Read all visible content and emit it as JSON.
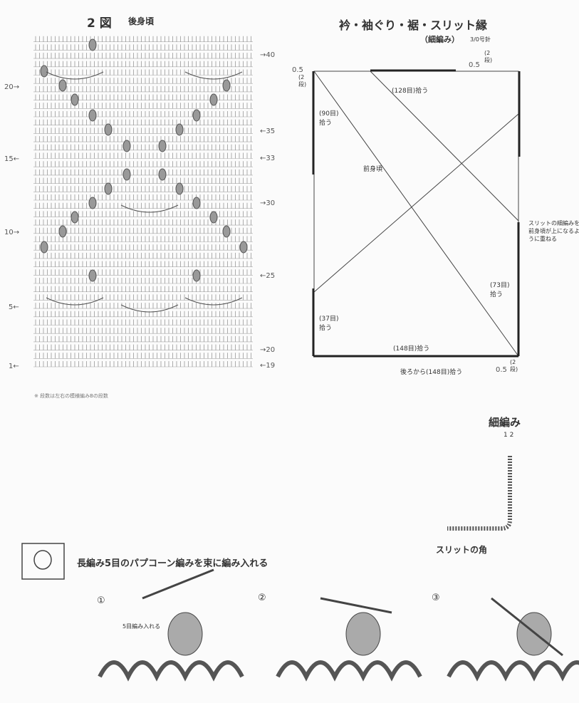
{
  "chart_title": {
    "num": "2 図",
    "name": "後身頃"
  },
  "row_labels_left": [
    {
      "text": "20→",
      "row": 20
    },
    {
      "text": "15←",
      "row": 15
    },
    {
      "text": "10→",
      "row": 10
    },
    {
      "text": "5←",
      "row": 5
    },
    {
      "text": "1←",
      "row": 1
    }
  ],
  "row_labels_right": [
    {
      "text": "→40",
      "row": 40
    },
    {
      "text": "←35",
      "row": 35
    },
    {
      "text": "←33",
      "row": 33
    },
    {
      "text": "→30",
      "row": 30
    },
    {
      "text": "←25",
      "row": 25
    },
    {
      "text": "→20",
      "row": 20
    },
    {
      "text": "←19",
      "row": 19
    }
  ],
  "note": "※ 段数は左右の模様編みBの段数",
  "edge": {
    "title": "衿・袖ぐり・裾・スリット縁",
    "subtitle": "（細編み）",
    "hook": "3/0号針",
    "top_left_05": "0.5",
    "top_left_rows": "(2段)",
    "top_right_05": "0.5",
    "top_right_rows": "(2段)",
    "top_pick": "(128目)拾う",
    "left_pick": "(90目)拾う",
    "center": "前身頃",
    "slit_note": "スリットの細編みを前身頃が上になるように重ねる",
    "right_pick": "(73目)拾う",
    "bottom_left_pick": "(37目)拾う",
    "bottom_pick": "(148目)拾う",
    "back_pick": "後ろから(148目)拾う",
    "bottom_right_05": "0.5",
    "bottom_right_rows": "(2段)"
  },
  "sc": {
    "title": "細編み",
    "rows": "1 2",
    "caption": "スリットの角"
  },
  "popcorn": {
    "heading": "長編み5目のパプコーン編みを束に編み入れる",
    "steps": [
      "①",
      "②",
      "③"
    ],
    "step1_note": "5目編み入れる"
  }
}
